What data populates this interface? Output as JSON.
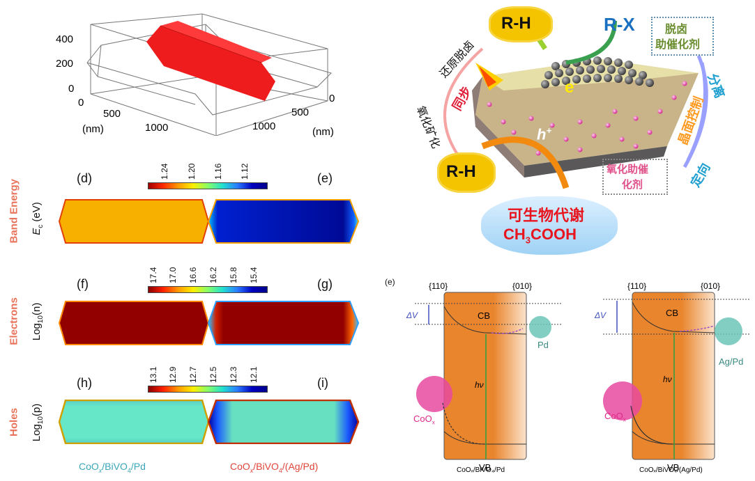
{
  "plot3d": {
    "z_ticks": [
      "400",
      "200",
      "0"
    ],
    "x_ticks": [
      "0",
      "500",
      "1000"
    ],
    "x_unit": "(nm)",
    "y_ticks": [
      "0",
      "500",
      "1000"
    ],
    "y_unit": "(nm)"
  },
  "rows": [
    {
      "side_label": "Band Energy",
      "y_label": "E",
      "y_label_sub": "c",
      "y_label_unit": " (eV)",
      "left_letter": "(d)",
      "right_letter": "(e)",
      "colorbar_ticks": [
        "1.24",
        "1.20",
        "1.16",
        "1.12"
      ]
    },
    {
      "side_label": "Electrons",
      "y_label": "Log",
      "y_label_sub": "10",
      "y_label_unit": "(n)",
      "left_letter": "(f)",
      "right_letter": "(g)",
      "colorbar_ticks": [
        "17.4",
        "17.0",
        "16.6",
        "16.2",
        "15.8",
        "15.4"
      ]
    },
    {
      "side_label": "Holes",
      "y_label": "Log",
      "y_label_sub": "10",
      "y_label_unit": "(p)",
      "left_letter": "(h)",
      "right_letter": "(i)",
      "colorbar_ticks": [
        "13.1",
        "12.9",
        "12.7",
        "12.5",
        "12.3",
        "12.1"
      ]
    }
  ],
  "bottom_captions": {
    "left": "CoO",
    "left_x": "x",
    "left_rest": "/BiVO",
    "left_4": "4",
    "left_end": "/Pd",
    "right": "CoO",
    "right_x": "x",
    "right_rest": "/BiVO",
    "right_4": "4",
    "right_end": "/(Ag/Pd)"
  },
  "scheme": {
    "rh_top": "R-H",
    "rx": "R-X",
    "dehalo_box": [
      "脱卤",
      "助催化剂"
    ],
    "reductive_dehalo": "还原脱卤",
    "oxidative_min": "氧化矿化",
    "sync": "同步",
    "e_label": "e",
    "e_sup": "-",
    "h_label": "h",
    "h_sup": "+",
    "rh_bottom": "R-H",
    "oxid_box": [
      "氧化助催",
      "化剂"
    ],
    "separate": "分离",
    "facet_control": "晶面控制",
    "directional": "定向",
    "cloud_line1": "可生物代谢",
    "cloud_line2_pre": "CH",
    "cloud_line2_sub": "3",
    "cloud_line2_post": "COOH"
  },
  "band_diagrams": {
    "panel_letter": "(e)",
    "left": {
      "facet_left": "{110}",
      "facet_right": "{010}",
      "delta_v": "ΔV",
      "cb": "CB",
      "vb": "VB",
      "hv": "hν",
      "metal": "Pd",
      "coox": "CoO",
      "coox_sub": "x",
      "caption": "CoOₓ/BiVO₄/Pd"
    },
    "right": {
      "facet_left": "{110}",
      "facet_right": "{010}",
      "delta_v": "ΔV",
      "cb": "CB",
      "vb": "VB",
      "hv": "hν",
      "metal": "Ag/Pd",
      "coox": "CoO",
      "coox_sub": "x",
      "caption": "CoOₓ/BiVO₄/(Ag/Pd)"
    }
  },
  "colors": {
    "side_label": "#e8735a",
    "caption_left": "#3aa6b8",
    "caption_right": "#e0453a",
    "prism_red": "#ee1c1c",
    "orange_semiconductor": "#e9852c",
    "cloud_text": "#e8141e",
    "rh_cloud": "#f5c400"
  }
}
